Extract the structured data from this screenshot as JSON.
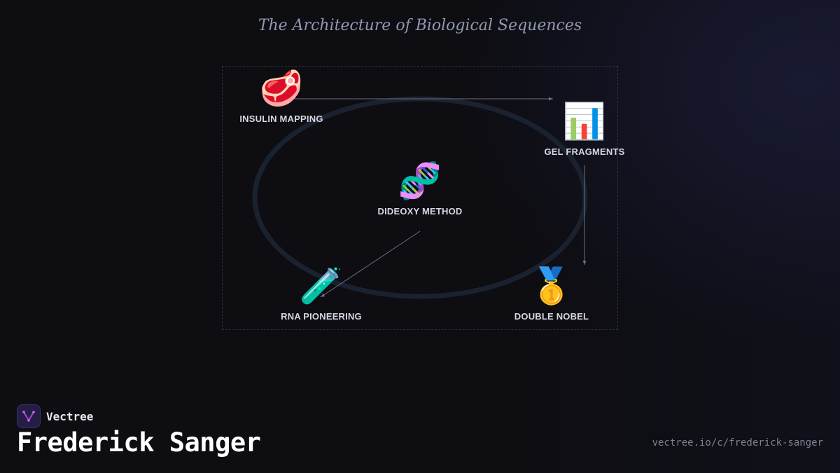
{
  "diagram": {
    "title": "The Architecture of Biological Sequences",
    "nodes": [
      {
        "id": "insulin",
        "label": "INSULIN MAPPING",
        "icon": "meat-icon",
        "glyph": "🥩"
      },
      {
        "id": "gel",
        "label": "GEL FRAGMENTS",
        "icon": "bar-chart-icon",
        "glyph": "📊"
      },
      {
        "id": "dideoxy",
        "label": "DIDEOXY METHOD",
        "icon": "dna-icon",
        "glyph": "🧬"
      },
      {
        "id": "rna",
        "label": "RNA PIONEERING",
        "icon": "test-tube-icon",
        "glyph": "🧪"
      },
      {
        "id": "nobel",
        "label": "DOUBLE NOBEL",
        "icon": "medal-icon",
        "glyph": "🥇"
      }
    ],
    "edges": [
      {
        "from": "insulin",
        "to": "gel"
      },
      {
        "from": "gel",
        "to": "nobel"
      },
      {
        "from": "dideoxy",
        "to": "rna"
      }
    ]
  },
  "footer": {
    "brand": "Vectree",
    "person": "Frederick Sanger",
    "url": "vectree.io/c/frederick-sanger"
  },
  "colors": {
    "background": "#0d0d12",
    "edge": "#6b7180",
    "frame": "#2a3546",
    "ring": "#1a2230",
    "brand_accent": "#a04bd8"
  }
}
